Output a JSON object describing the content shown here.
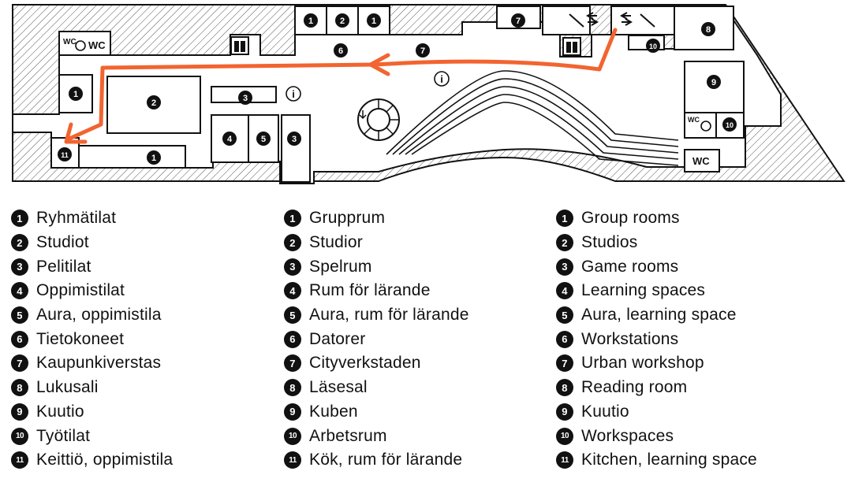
{
  "map": {
    "wc_label": "WC",
    "info_symbol": "i",
    "icons": [
      "wc-accessible-icon",
      "elevator-icon",
      "escalator-icon",
      "info-icon",
      "spiral-stair-icon",
      "route-arrow-icon"
    ],
    "colors": {
      "route": "#f26430",
      "ink": "#111111",
      "hatch": "#555555"
    },
    "room_numbers": {
      "top1": "1",
      "top2": "2",
      "top3": "1",
      "top7": "7",
      "r8": "8",
      "r6": "6",
      "r7b": "7",
      "r10a": "10",
      "r1left": "1",
      "r2": "2",
      "r3a": "3",
      "r9": "9",
      "r10b": "10",
      "r4": "4",
      "r5": "5",
      "r3b": "3",
      "r11": "11",
      "r1bottom": "1"
    }
  },
  "legend": {
    "numbers": [
      "1",
      "2",
      "3",
      "4",
      "5",
      "6",
      "7",
      "8",
      "9",
      "10",
      "11"
    ],
    "fi": [
      "Ryhmätilat",
      "Studiot",
      "Pelitilat",
      "Oppimistilat",
      "Aura, oppimistila",
      "Tietokoneet",
      "Kaupunkiverstas",
      "Lukusali",
      "Kuutio",
      "Työtilat",
      "Keittiö, oppimistila"
    ],
    "sv": [
      "Grupprum",
      "Studior",
      "Spelrum",
      "Rum för lärande",
      "Aura, rum för lärande",
      "Datorer",
      "Cityverkstaden",
      "Läsesal",
      "Kuben",
      "Arbetsrum",
      "Kök, rum för lärande"
    ],
    "en": [
      "Group rooms",
      "Studios",
      "Game rooms",
      "Learning spaces",
      "Aura, learning space",
      "Workstations",
      "Urban workshop",
      "Reading room",
      "Kuutio",
      "Workspaces",
      "Kitchen, learning space"
    ]
  }
}
